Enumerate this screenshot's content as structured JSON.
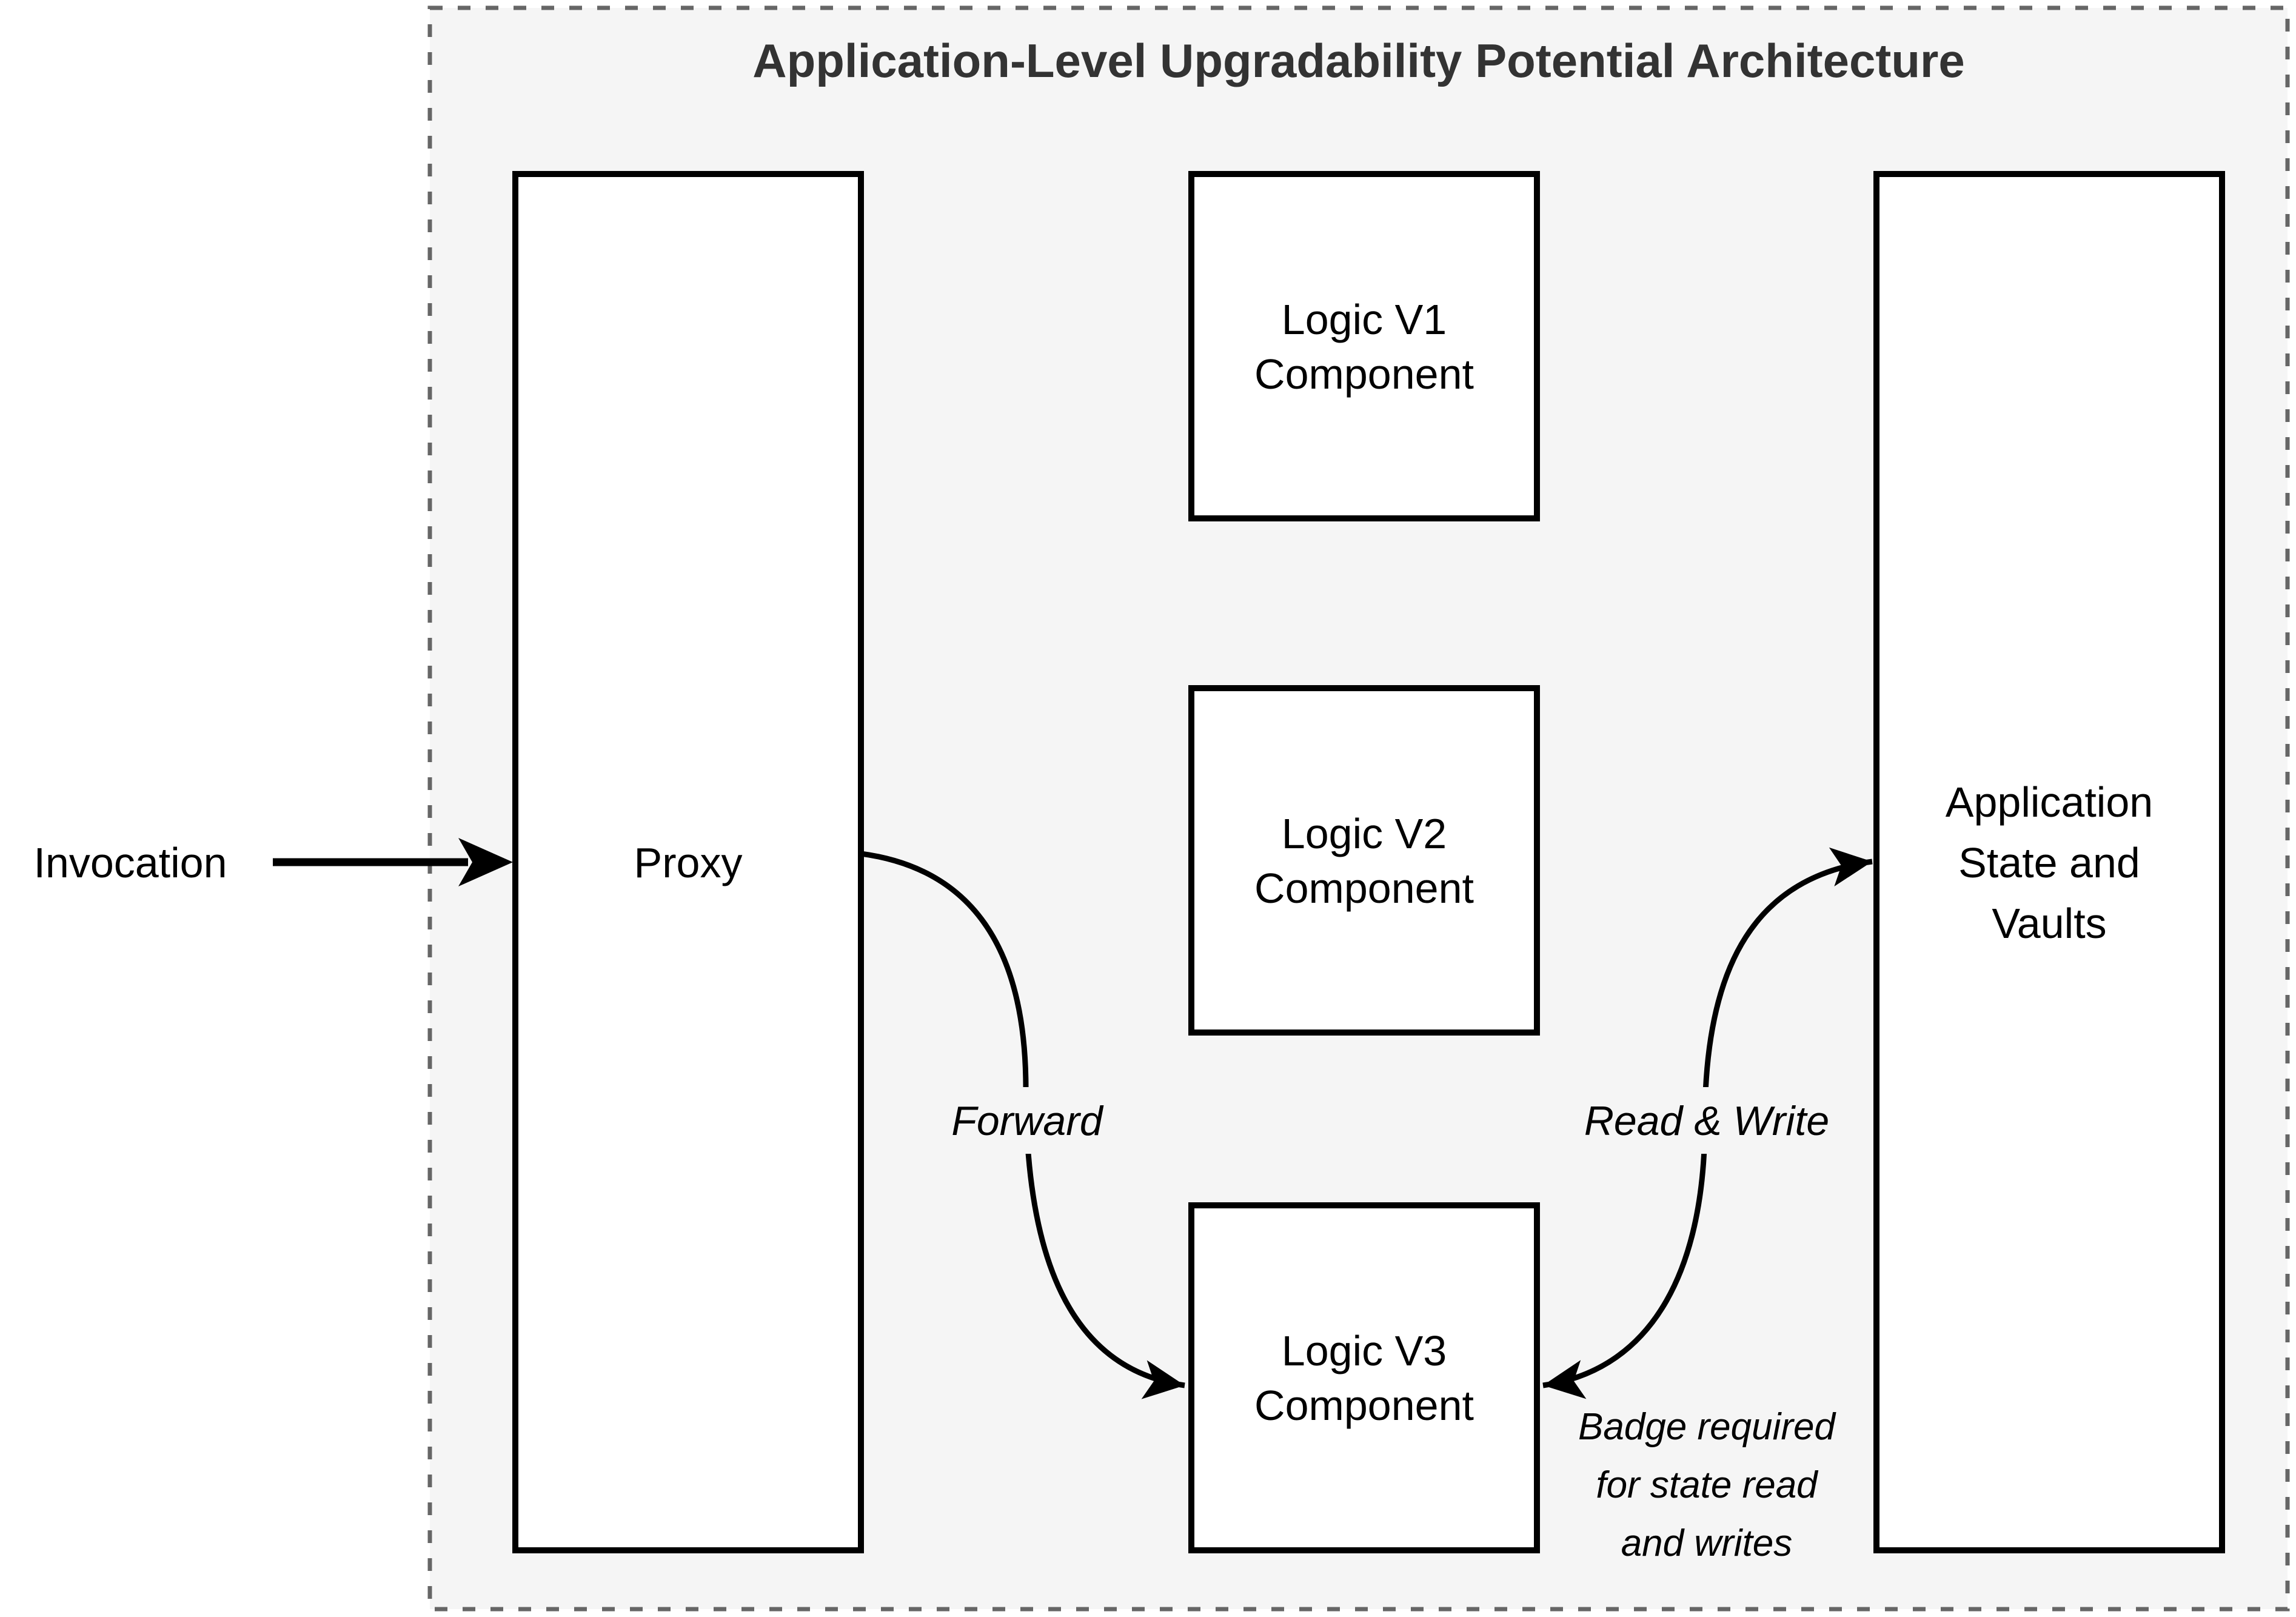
{
  "title": "Application-Level Upgradability Potential Architecture",
  "nodes": {
    "proxy": {
      "label": "Proxy"
    },
    "logic_v1": {
      "lines": [
        "Logic V1",
        "Component"
      ]
    },
    "logic_v2": {
      "lines": [
        "Logic V2",
        "Component"
      ]
    },
    "logic_v3": {
      "lines": [
        "Logic V3",
        "Component"
      ]
    },
    "app_state": {
      "lines": [
        "Application",
        "State and",
        "Vaults"
      ]
    }
  },
  "labels": {
    "invocation": "Invocation",
    "forward": "Forward",
    "read_write": "Read & Write"
  },
  "note": {
    "lines": [
      "Badge required",
      "for state read",
      "and writes"
    ]
  },
  "colors": {
    "container_fill": "#f5f5f5",
    "container_border": "#666666",
    "node_fill": "#ffffff",
    "node_border": "#000000",
    "title_text": "#333333",
    "body_text": "#000000",
    "page_background": "#ffffff"
  }
}
